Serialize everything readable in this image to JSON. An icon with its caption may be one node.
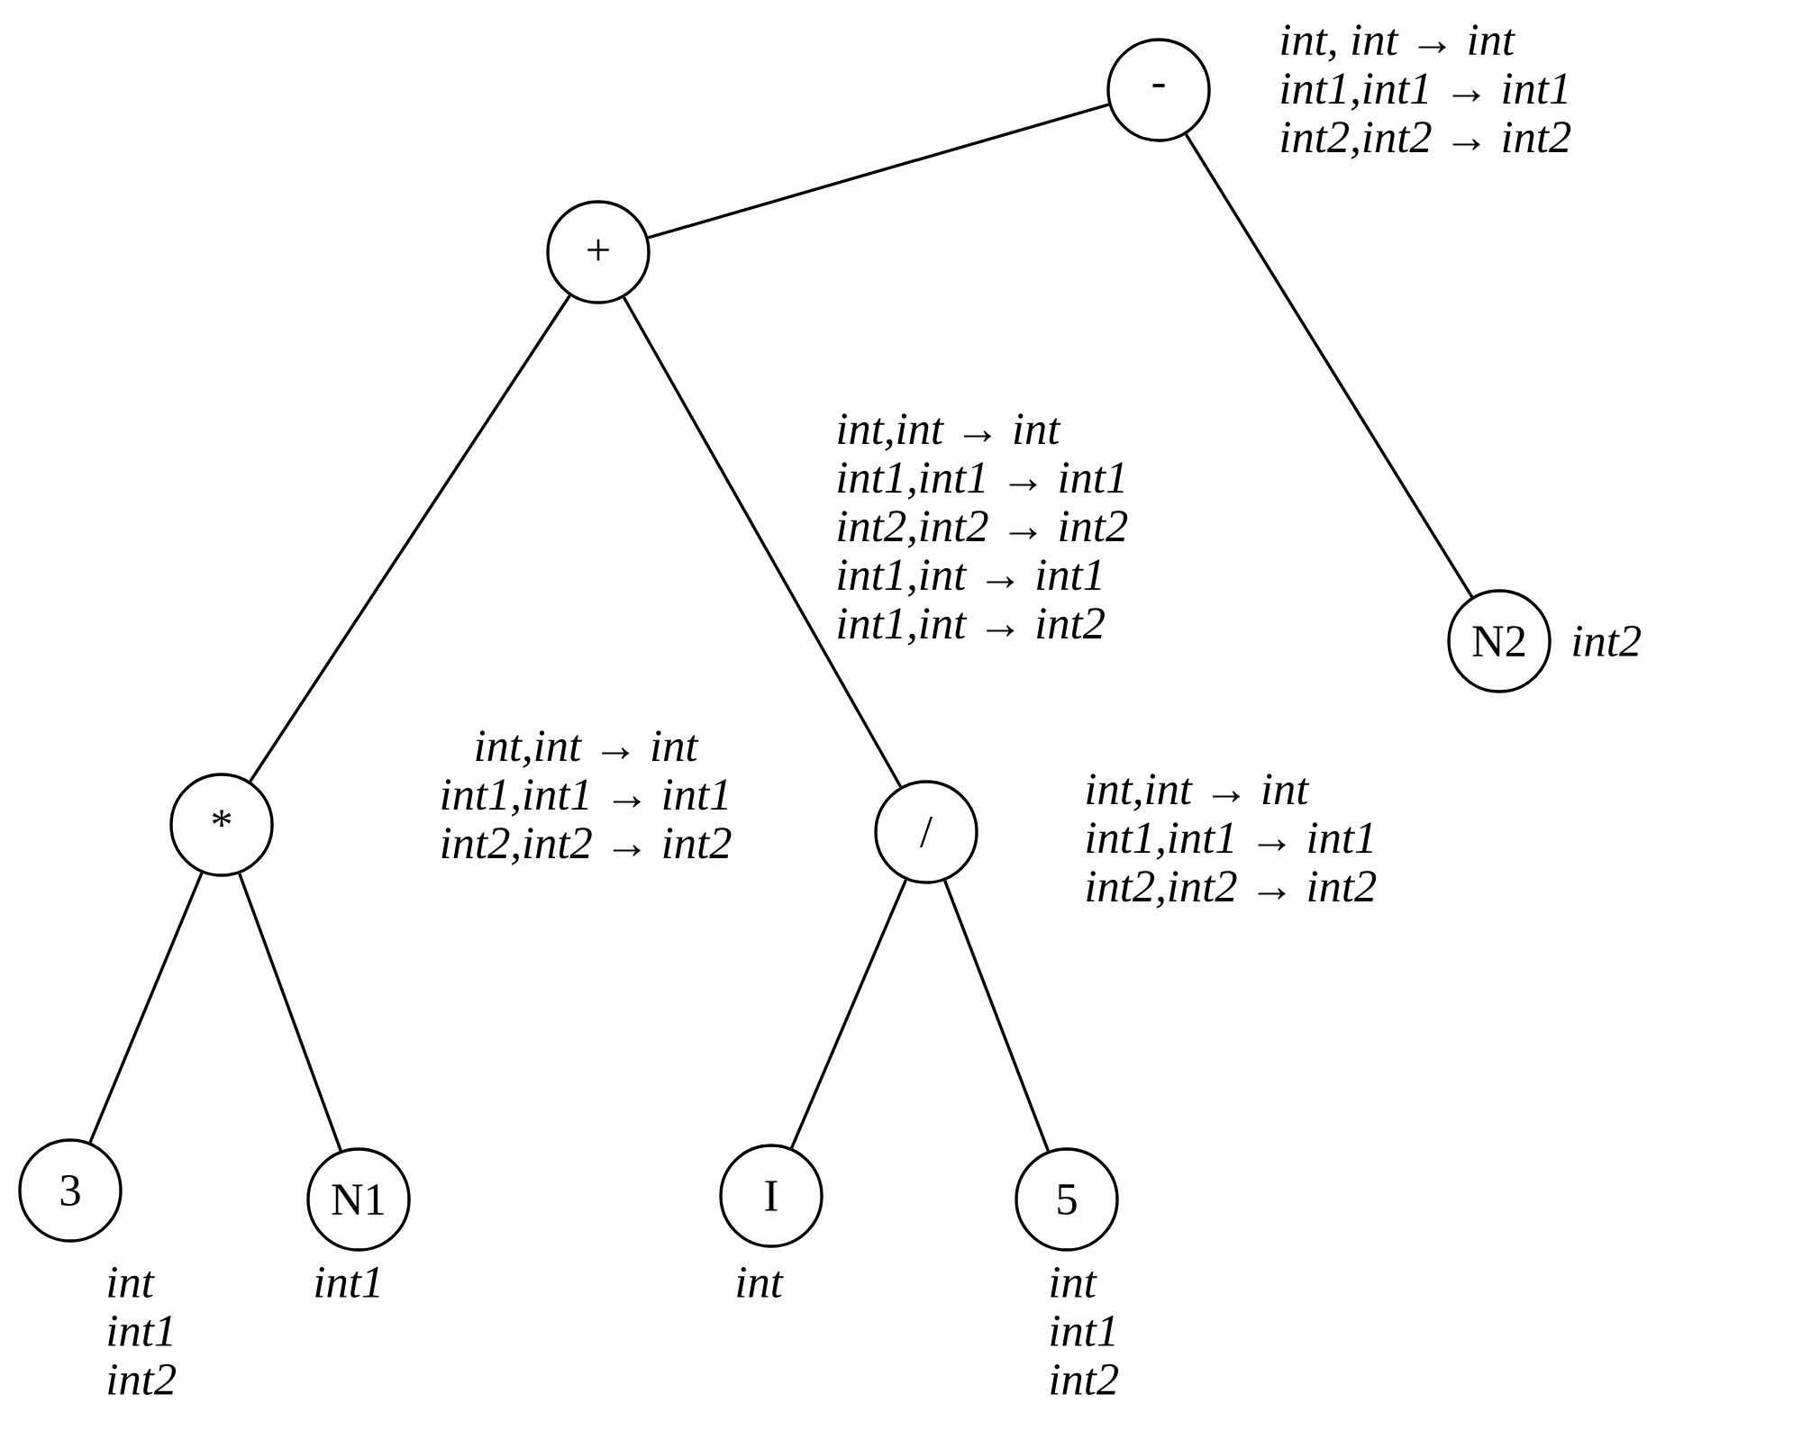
{
  "diagram": {
    "nodes": [
      {
        "text": [
          "-"
        ],
        "beside": [
          "int, int → int",
          "int1,int1 → int1",
          "int2,int2 → int2"
        ]
      },
      {
        "text": [
          "+"
        ],
        "beside": [
          "int,int → int",
          "int1,int1 → int1",
          "int2,int2 → int2",
          "int1,int → int1",
          "int1,int → int2"
        ]
      },
      {
        "text": [
          "N2"
        ],
        "beside": [
          "int2"
        ]
      },
      {
        "text": [
          "*"
        ],
        "beside": [
          "int,int → int",
          "int1,int1 → int1",
          "int2,int2 → int2"
        ]
      },
      {
        "text": [
          "/"
        ],
        "beside": [
          "int,int → int",
          "int1,int1 → int1",
          "int2,int2 → int2"
        ]
      },
      {
        "text": [
          "3"
        ],
        "beside": [
          "int",
          "int1",
          "int2"
        ]
      },
      {
        "text": [
          "N1"
        ],
        "beside": [
          "int1"
        ]
      },
      {
        "text": [
          "I"
        ],
        "beside": [
          "int"
        ]
      },
      {
        "text": [
          "5"
        ],
        "beside": [
          "int",
          "int1",
          "int2"
        ]
      }
    ],
    "edges": [
      {
        "from": 0,
        "to": 1,
        "arrow": "none"
      },
      {
        "from": 0,
        "to": 2,
        "arrow": "none"
      },
      {
        "from": 1,
        "to": 3,
        "arrow": "none"
      },
      {
        "from": 1,
        "to": 4,
        "arrow": "none"
      },
      {
        "from": 3,
        "to": 5,
        "arrow": "none"
      },
      {
        "from": 3,
        "to": 6,
        "arrow": "none"
      },
      {
        "from": 4,
        "to": 7,
        "arrow": "none"
      },
      {
        "from": 4,
        "to": 8,
        "arrow": "none"
      }
    ]
  }
}
